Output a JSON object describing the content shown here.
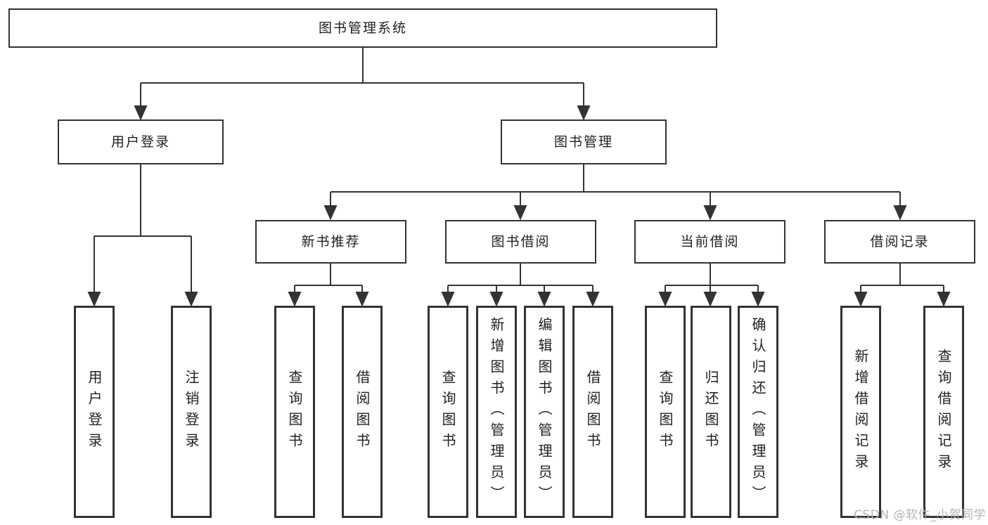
{
  "diagram_title": "图书管理系统",
  "tree": {
    "label": "图书管理系统",
    "children": [
      {
        "label": "用户登录",
        "children": [
          {
            "label": "用户登录"
          },
          {
            "label": "注销登录"
          }
        ]
      },
      {
        "label": "图书管理",
        "children": [
          {
            "label": "新书推荐",
            "children": [
              {
                "label": "查询图书"
              },
              {
                "label": "借阅图书"
              }
            ]
          },
          {
            "label": "图书借阅",
            "children": [
              {
                "label": "查询图书"
              },
              {
                "label": "新增图书（管理员）"
              },
              {
                "label": "编辑图书（管理员）"
              },
              {
                "label": "借阅图书"
              }
            ]
          },
          {
            "label": "当前借阅",
            "children": [
              {
                "label": "查询图书"
              },
              {
                "label": "归还图书"
              },
              {
                "label": "确认归还（管理员）"
              }
            ]
          },
          {
            "label": "借阅记录",
            "children": [
              {
                "label": "新增借阅记录"
              },
              {
                "label": "查询借阅记录"
              }
            ]
          }
        ]
      }
    ]
  },
  "watermark": "CSDN @软件_小贺同学",
  "colors": {
    "line": "#333333",
    "text": "#1f1f1f",
    "watermark": "#b5b5b5",
    "background": "#ffffff"
  }
}
